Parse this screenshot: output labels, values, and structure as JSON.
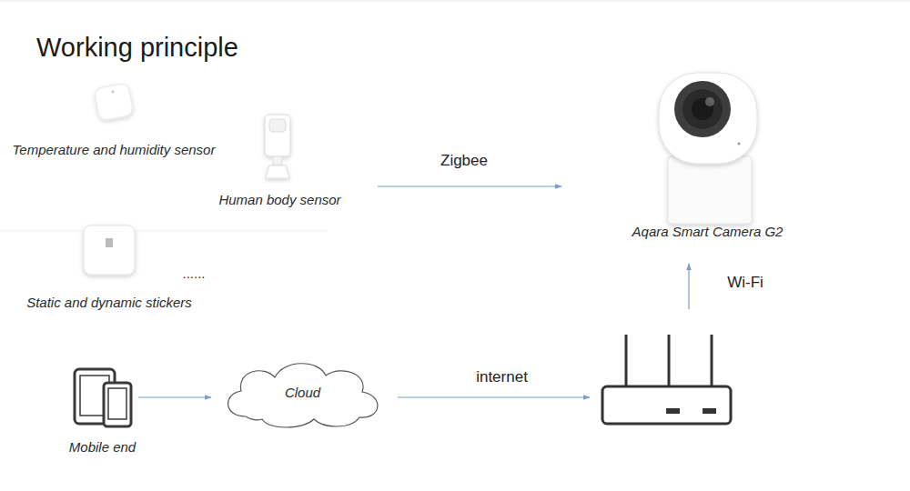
{
  "diagram": {
    "title": "Working principle",
    "nodes": [
      {
        "text": [
          "Temperature and humidity sensor"
        ]
      },
      {
        "text": [
          "Human body sensor"
        ]
      },
      {
        "text": [
          "Aqara Smart Camera G2"
        ]
      },
      {
        "text": [
          "Static and dynamic stickers"
        ]
      },
      {
        "text": [
          "Mobile end"
        ]
      },
      {
        "text": [
          "Cloud"
        ]
      },
      {
        "text": []
      }
    ],
    "edges": [
      {
        "from": 1,
        "to": 2,
        "label": "Zigbee",
        "arrow": "to"
      },
      {
        "from": 4,
        "to": 5,
        "arrow": "to"
      },
      {
        "from": 5,
        "to": 6,
        "label": "internet",
        "arrow": "to"
      },
      {
        "from": 6,
        "to": 2,
        "label": "Wi-Fi",
        "arrow": "to"
      }
    ],
    "labels": [
      "......"
    ]
  }
}
